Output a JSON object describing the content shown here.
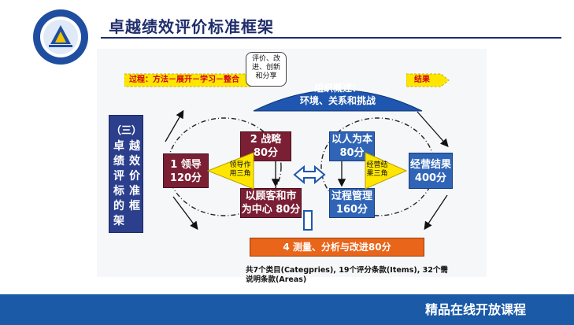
{
  "title": "卓越绩效评价标准框架",
  "footer": "精品在线开放课程",
  "process_label": "过程：方法－展开－学习－整合",
  "result_label": "结果",
  "note": "评价、改进、创新和分享",
  "overview": [
    "组织概述：",
    "环境、关系和挑战"
  ],
  "side_label_top": "（三）",
  "side_label_cols": [
    [
      "卓",
      "绩",
      "评",
      "标",
      "的",
      "架"
    ],
    [
      "越",
      "效",
      "价",
      "准",
      "框"
    ]
  ],
  "boxes": {
    "leadership": [
      "1  领导",
      "120分"
    ],
    "strategy": [
      "2  战略",
      "80分"
    ],
    "customer": [
      "以顾客和市",
      "为中心  80分"
    ],
    "people": [
      "以人为本",
      "80分"
    ],
    "process": [
      "过程管理",
      "160分"
    ],
    "results": [
      "经营结果",
      "400分"
    ],
    "measure": "4    测量、分析与改进80分"
  },
  "triangles": {
    "lead_triangle": [
      "领导作",
      "用三角"
    ],
    "result_triangle": [
      "经营结",
      "果三角"
    ]
  },
  "caption": "共7个类目(Categpries), 19个评分条款(Items), 32个需说明条款(Areas)",
  "colors": {
    "title": "#1f2d6b",
    "red_box": "#7b1f34",
    "blue_box": "#2f64b6",
    "orange": "#e8651a",
    "yellow": "#ffe600",
    "footer": "#1a5aa6"
  }
}
